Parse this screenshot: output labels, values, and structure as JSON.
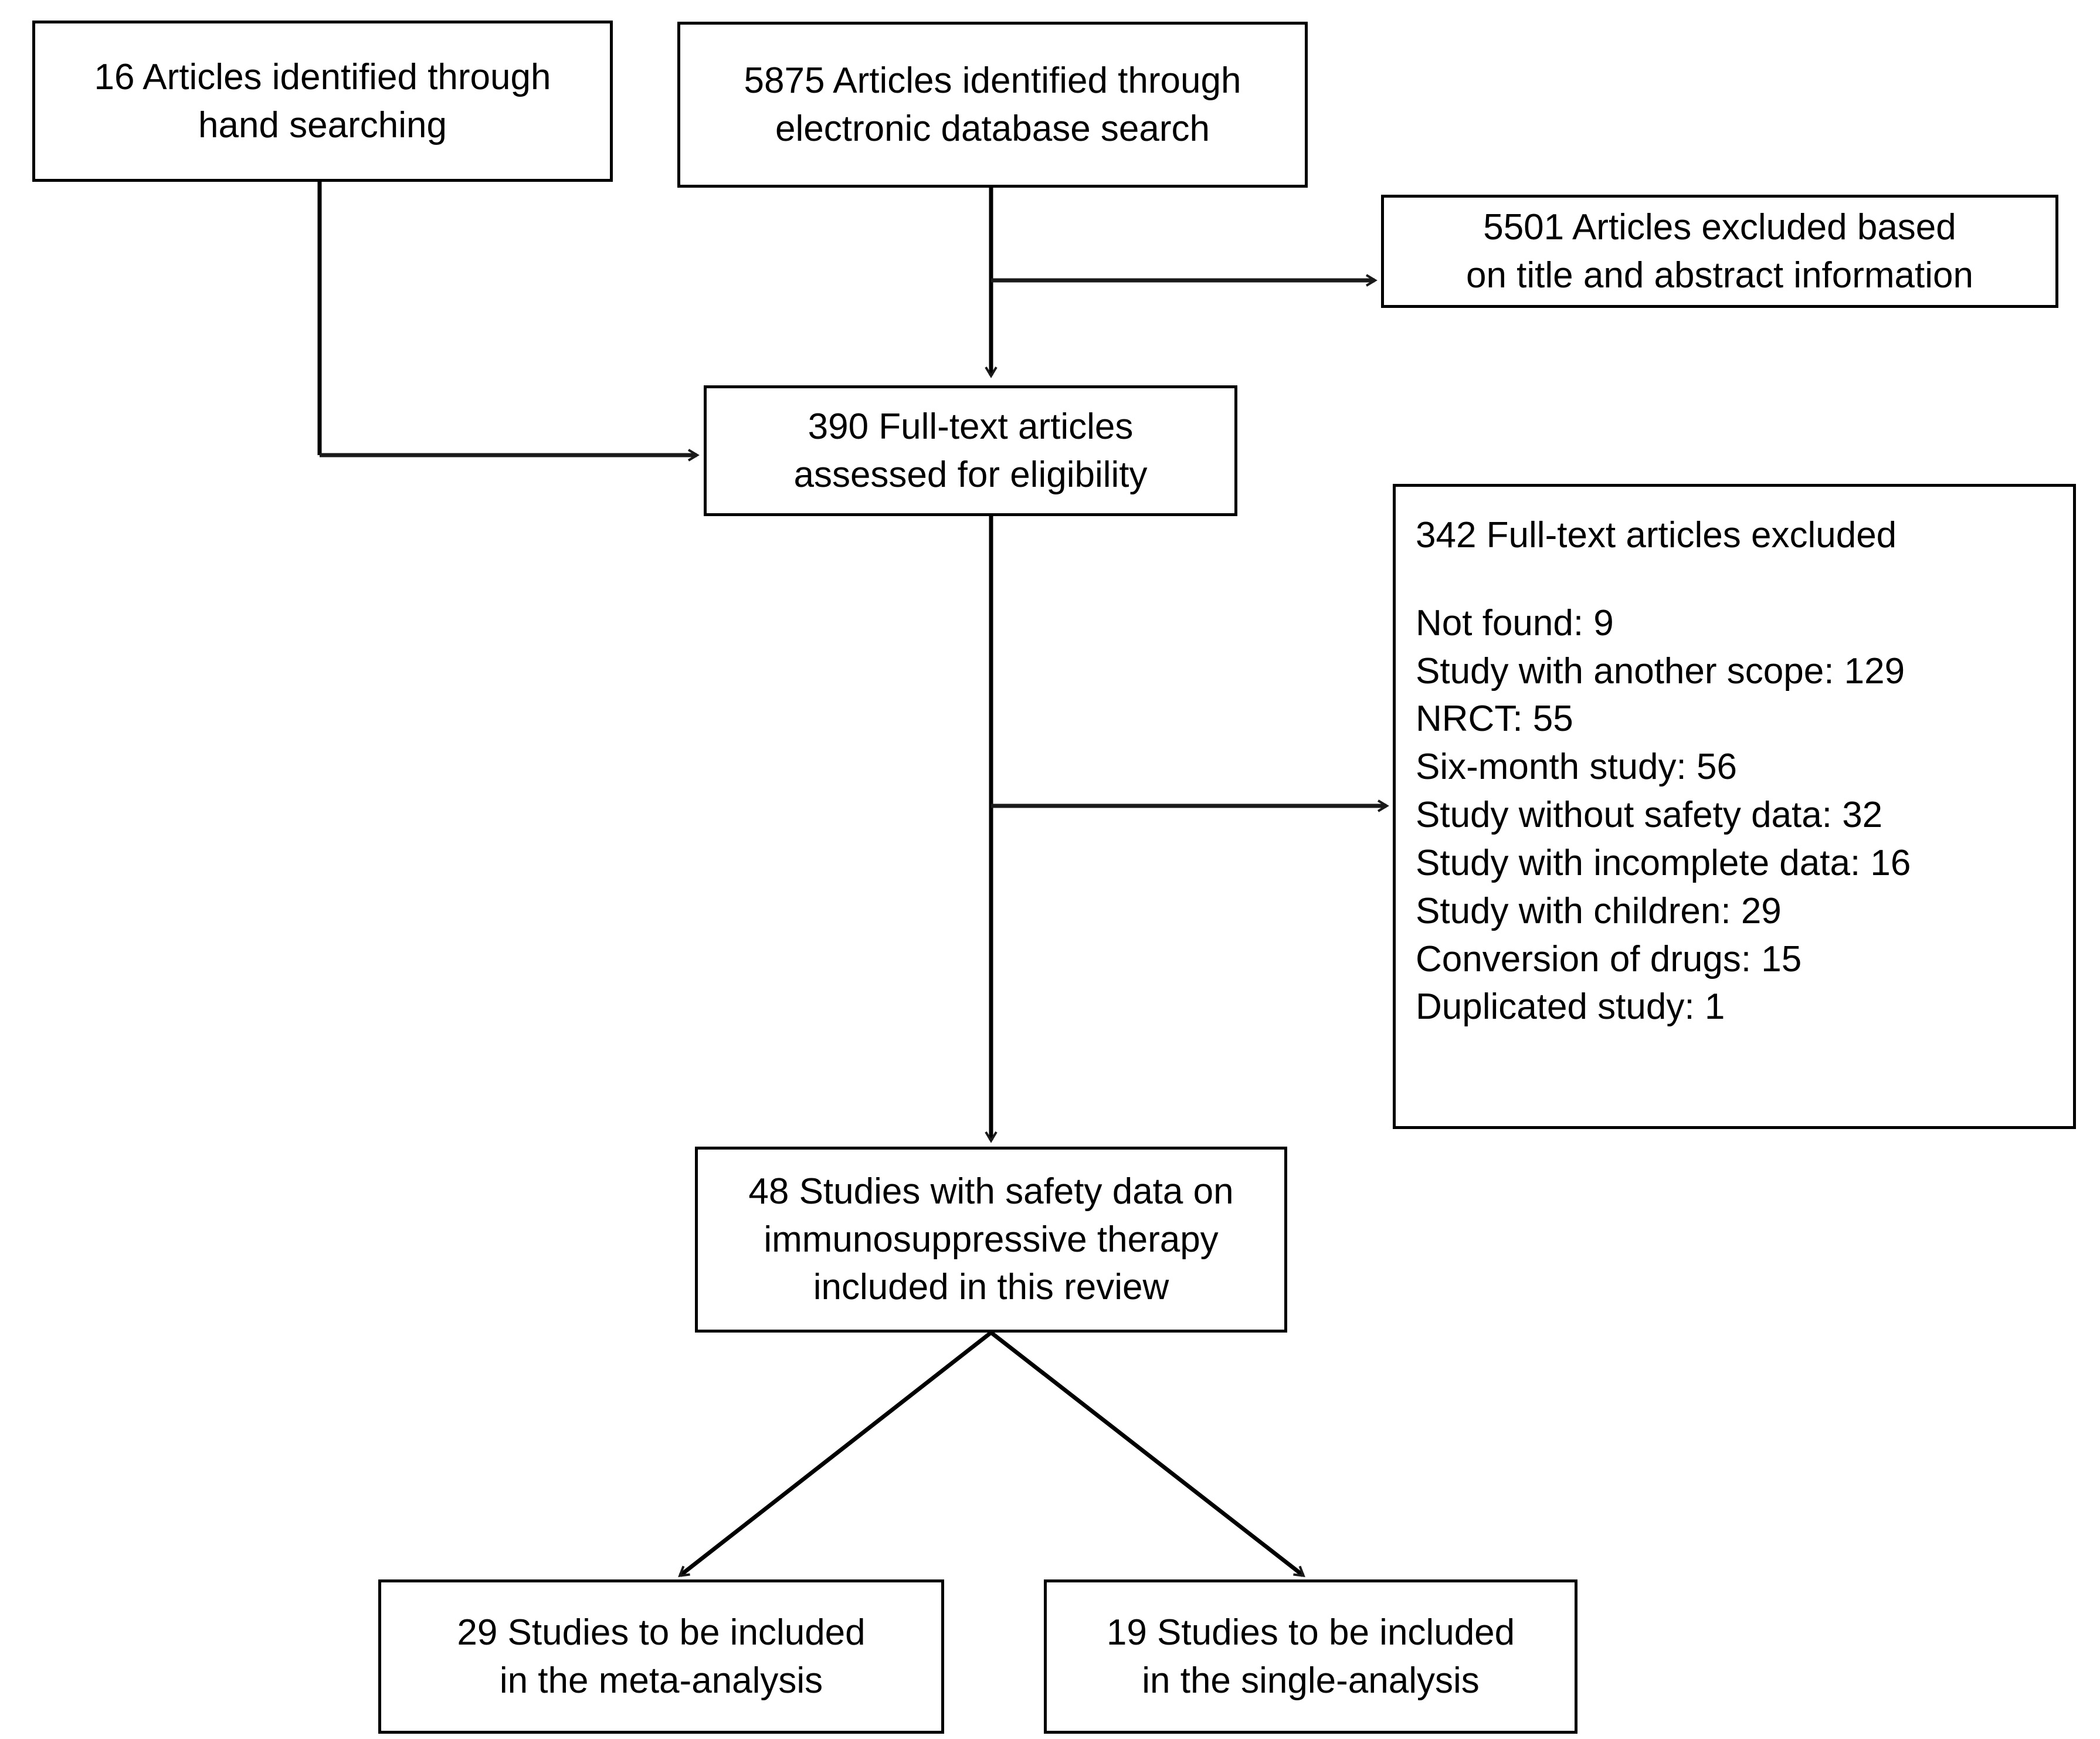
{
  "diagram": {
    "type": "prisma-flow-diagram",
    "stroke_color": "#000000",
    "background_color": "#ffffff",
    "text_color": "#000000",
    "boxes": {
      "hand_search": {
        "lines": [
          "16 Articles identified through",
          "hand searching"
        ],
        "count": 16
      },
      "database_search": {
        "lines": [
          "5875 Articles identified through",
          "electronic database search"
        ],
        "count": 5875
      },
      "title_abstract_excluded": {
        "lines": [
          "5501 Articles excluded based",
          "on title and abstract information"
        ],
        "count": 5501
      },
      "full_text_assessed": {
        "lines": [
          "390 Full-text articles",
          "assessed for eligibility"
        ],
        "count": 390
      },
      "full_text_excluded": {
        "heading": "342 Full-text articles excluded",
        "count": 342,
        "reasons": [
          "Not found: 9",
          "Study with another scope: 129",
          "NRCT: 55",
          "Six-month study: 56",
          "Study without safety data: 32",
          "Study with incomplete data: 16",
          "Study with children: 29",
          "Conversion of drugs: 15",
          "Duplicated study: 1"
        ]
      },
      "included_review": {
        "lines": [
          "48 Studies with safety data on",
          "immunosuppressive therapy",
          "included in this review"
        ],
        "count": 48
      },
      "meta_analysis": {
        "lines": [
          "29 Studies to be included",
          "in the meta-analysis"
        ],
        "count": 29
      },
      "single_analysis": {
        "lines": [
          "19 Studies to be included",
          "in the single-analysis"
        ],
        "count": 19
      }
    }
  }
}
